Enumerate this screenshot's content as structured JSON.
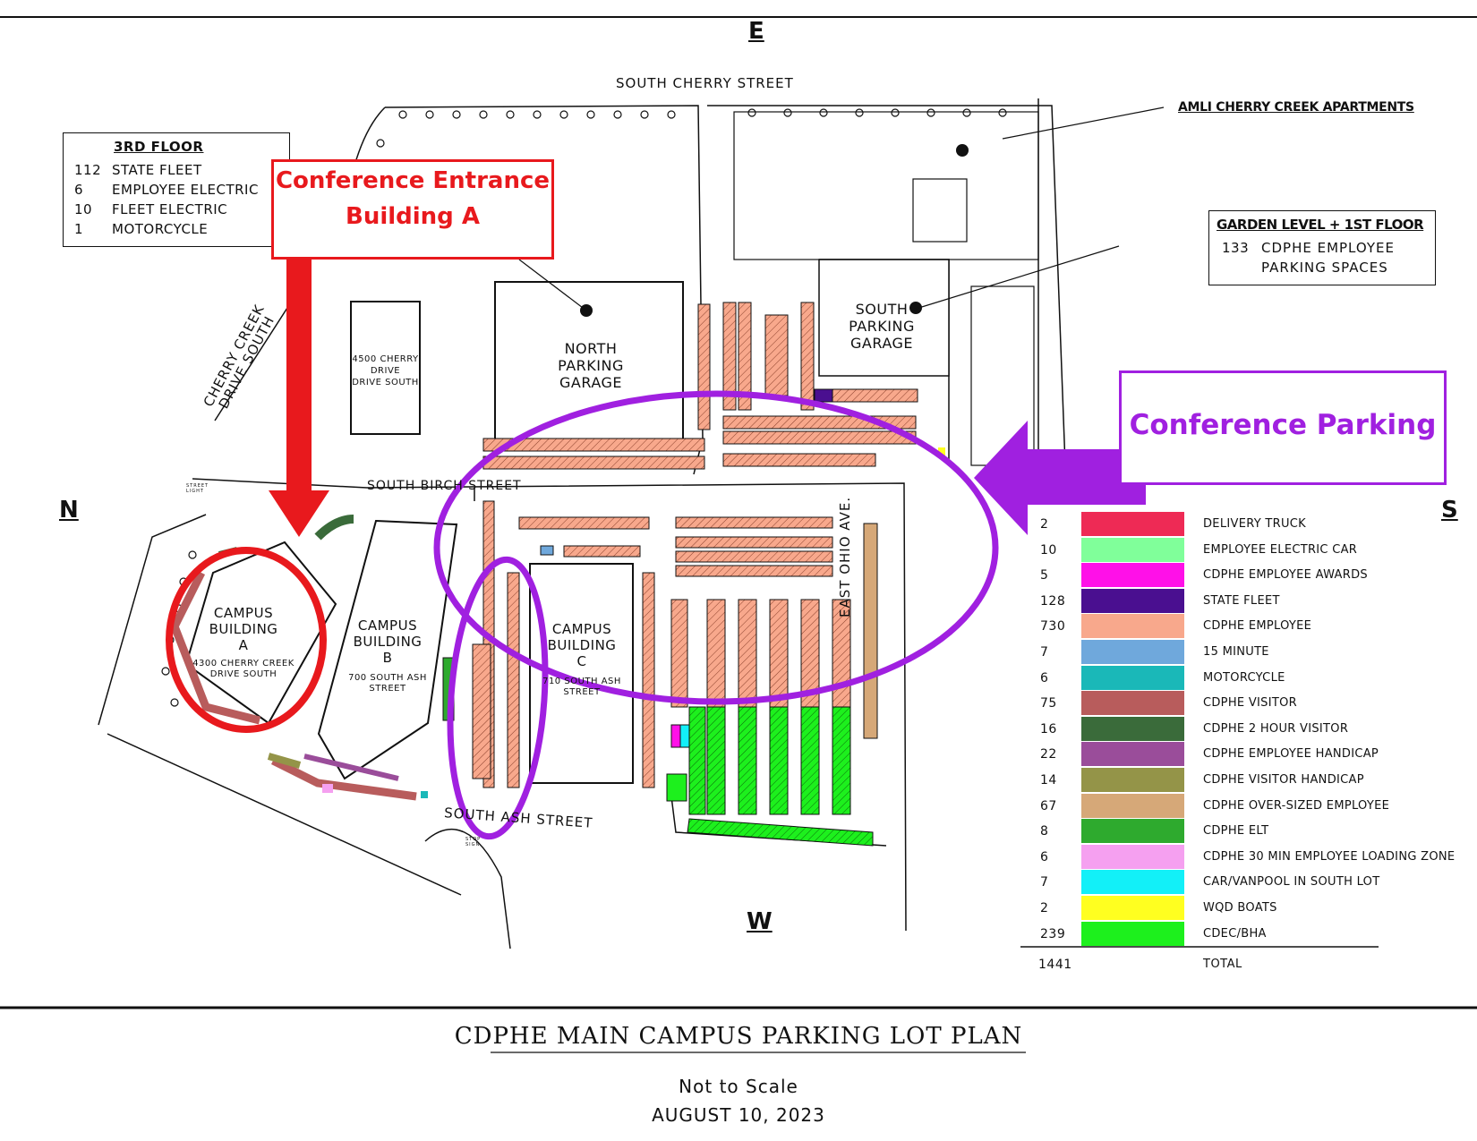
{
  "compass": {
    "north": "N",
    "south": "S",
    "east": "E",
    "west": "W"
  },
  "streets": {
    "south_cherry": "SOUTH CHERRY STREET",
    "south_birch": "SOUTH BIRCH STREET",
    "south_ash": "SOUTH ASH STREET",
    "east_ohio": "EAST OHIO AVE.",
    "cherry_creek_drive": "CHERRY CREEK DRIVE SOUTH",
    "stop_sign": "STOP SIGN",
    "street_light": "STREET LIGHT"
  },
  "amli_label": "AMLI CHERRY CREEK APARTMENTS",
  "third_floor": {
    "title": "3RD FLOOR",
    "rows": [
      {
        "count": "112",
        "label": "STATE FLEET"
      },
      {
        "count": "6",
        "label": "EMPLOYEE ELECTRIC"
      },
      {
        "count": "10",
        "label": "FLEET ELECTRIC"
      },
      {
        "count": "1",
        "label": "MOTORCYCLE"
      }
    ]
  },
  "garden_level": {
    "title": "GARDEN LEVEL + 1ST FLOOR",
    "count": "133",
    "line1": "CDPHE EMPLOYEE",
    "line2": "PARKING SPACES"
  },
  "buildings": {
    "north_garage": [
      "NORTH",
      "PARKING",
      "GARAGE"
    ],
    "south_garage": [
      "SOUTH",
      "PARKING",
      "GARAGE"
    ],
    "b4500": {
      "lines": [
        "4500 CHERRY",
        "DRIVE",
        "DRIVE SOUTH"
      ]
    },
    "campus_a": {
      "lines": [
        "CAMPUS",
        "BUILDING",
        "A"
      ],
      "addr1": "4300 CHERRY CREEK",
      "addr2": "DRIVE SOUTH"
    },
    "campus_b": {
      "lines": [
        "CAMPUS",
        "BUILDING",
        "B"
      ],
      "addr1": "700 SOUTH ASH",
      "addr2": "STREET"
    },
    "campus_c": {
      "lines": [
        "CAMPUS",
        "BUILDING",
        "C"
      ],
      "addr1": "710 SOUTH ASH",
      "addr2": "STREET"
    }
  },
  "callouts": {
    "entrance_line1": "Conference Entrance",
    "entrance_line2": "Building A",
    "parking": "Conference Parking",
    "entrance_color": "#e8191d",
    "parking_color": "#a020e0"
  },
  "legend": [
    {
      "count": "2",
      "label": "DELIVERY TRUCK",
      "color": "#ee2a55"
    },
    {
      "count": "10",
      "label": "EMPLOYEE ELECTRIC CAR",
      "color": "#80ff9a"
    },
    {
      "count": "5",
      "label": "CDPHE EMPLOYEE AWARDS",
      "color": "#ff10e8"
    },
    {
      "count": "128",
      "label": "STATE FLEET",
      "color": "#4a0f90"
    },
    {
      "count": "730",
      "label": "CDPHE EMPLOYEE",
      "color": "#f8a88c"
    },
    {
      "count": "7",
      "label": "15 MINUTE",
      "color": "#6fa8dc"
    },
    {
      "count": "6",
      "label": "MOTORCYCLE",
      "color": "#1ab8b8"
    },
    {
      "count": "75",
      "label": "CDPHE VISITOR",
      "color": "#b85c5c"
    },
    {
      "count": "16",
      "label": "CDPHE 2 HOUR VISITOR",
      "color": "#3a6b3a"
    },
    {
      "count": "22",
      "label": "CDPHE EMPLOYEE HANDICAP",
      "color": "#9a4d9a"
    },
    {
      "count": "14",
      "label": "CDPHE VISITOR HANDICAP",
      "color": "#949448"
    },
    {
      "count": "67",
      "label": "CDPHE OVER-SIZED EMPLOYEE",
      "color": "#d6a878"
    },
    {
      "count": "8",
      "label": "CDPHE ELT",
      "color": "#2eaa2e"
    },
    {
      "count": "6",
      "label": "CDPHE 30 MIN EMPLOYEE LOADING ZONE",
      "color": "#f5a0f0"
    },
    {
      "count": "7",
      "label": "CAR/VANPOOL IN SOUTH LOT",
      "color": "#12f0f8"
    },
    {
      "count": "2",
      "label": "WQD BOATS",
      "color": "#ffff20"
    },
    {
      "count": "239",
      "label": "CDEC/BHA",
      "color": "#1df01d"
    }
  ],
  "legend_total": {
    "count": "1441",
    "label": "TOTAL"
  },
  "footer": {
    "title": "CDPHE MAIN CAMPUS PARKING LOT PLAN",
    "scale": "Not to Scale",
    "date": "AUGUST 10, 2023"
  }
}
